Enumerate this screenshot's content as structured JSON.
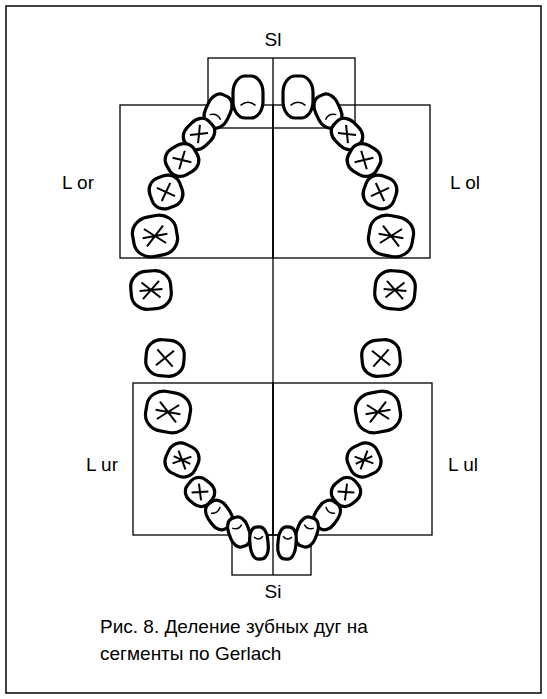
{
  "diagram": {
    "caption": "Рис. 8. Деление зубных дуг на сегменты по Gerlach",
    "labels": [
      "Sl",
      "L or",
      "L ol",
      "L ur",
      "L ul",
      "Si"
    ]
  }
}
